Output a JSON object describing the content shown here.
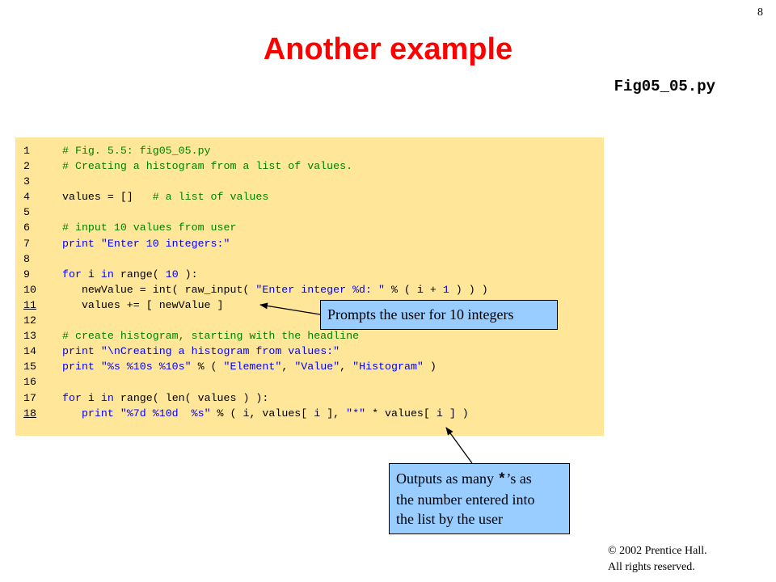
{
  "page_number": "8",
  "title": "Another example",
  "file_label": "Fig05_05.py",
  "code": {
    "lines": [
      {
        "num": "1",
        "underline": false,
        "tokens": [
          {
            "t": "cm",
            "v": "# Fig. 5.5: fig05_05.py"
          }
        ]
      },
      {
        "num": "2",
        "underline": false,
        "tokens": [
          {
            "t": "cm",
            "v": "# Creating a histogram from a list of values."
          }
        ]
      },
      {
        "num": "3",
        "underline": false,
        "tokens": []
      },
      {
        "num": "4",
        "underline": false,
        "tokens": [
          {
            "t": "tx",
            "v": "values = []   "
          },
          {
            "t": "cm",
            "v": "# a list of values"
          }
        ]
      },
      {
        "num": "5",
        "underline": false,
        "tokens": []
      },
      {
        "num": "6",
        "underline": false,
        "tokens": [
          {
            "t": "cm",
            "v": "# input 10 values from user"
          }
        ]
      },
      {
        "num": "7",
        "underline": false,
        "tokens": [
          {
            "t": "kw",
            "v": "print"
          },
          {
            "t": "tx",
            "v": " "
          },
          {
            "t": "st",
            "v": "\"Enter 10 integers:\""
          }
        ]
      },
      {
        "num": "8",
        "underline": false,
        "tokens": []
      },
      {
        "num": "9",
        "underline": false,
        "tokens": [
          {
            "t": "kw",
            "v": "for"
          },
          {
            "t": "tx",
            "v": " i "
          },
          {
            "t": "kw",
            "v": "in"
          },
          {
            "t": "tx",
            "v": " range( "
          },
          {
            "t": "nm",
            "v": "10"
          },
          {
            "t": "tx",
            "v": " ):"
          }
        ]
      },
      {
        "num": "10",
        "underline": false,
        "tokens": [
          {
            "t": "tx",
            "v": "   newValue = int( raw_input( "
          },
          {
            "t": "st",
            "v": "\"Enter integer %d: \""
          },
          {
            "t": "tx",
            "v": " % ( i + "
          },
          {
            "t": "nm",
            "v": "1"
          },
          {
            "t": "tx",
            "v": " ) ) )"
          }
        ]
      },
      {
        "num": "11",
        "underline": true,
        "tokens": [
          {
            "t": "tx",
            "v": "   values += [ newValue ]"
          }
        ]
      },
      {
        "num": "12",
        "underline": false,
        "tokens": []
      },
      {
        "num": "13",
        "underline": false,
        "tokens": [
          {
            "t": "cm",
            "v": "# create histogram, starting with the headline"
          }
        ]
      },
      {
        "num": "14",
        "underline": false,
        "tokens": [
          {
            "t": "kw",
            "v": "print"
          },
          {
            "t": "tx",
            "v": " "
          },
          {
            "t": "st",
            "v": "\"\\nCreating a histogram from values:\""
          }
        ]
      },
      {
        "num": "15",
        "underline": false,
        "tokens": [
          {
            "t": "kw",
            "v": "print"
          },
          {
            "t": "tx",
            "v": " "
          },
          {
            "t": "st",
            "v": "\"%s %10s %10s\""
          },
          {
            "t": "tx",
            "v": " % ( "
          },
          {
            "t": "st",
            "v": "\"Element\""
          },
          {
            "t": "tx",
            "v": ", "
          },
          {
            "t": "st",
            "v": "\"Value\""
          },
          {
            "t": "tx",
            "v": ", "
          },
          {
            "t": "st",
            "v": "\"Histogram\""
          },
          {
            "t": "tx",
            "v": " )"
          }
        ]
      },
      {
        "num": "16",
        "underline": false,
        "tokens": []
      },
      {
        "num": "17",
        "underline": false,
        "tokens": [
          {
            "t": "kw",
            "v": "for"
          },
          {
            "t": "tx",
            "v": " i "
          },
          {
            "t": "kw",
            "v": "in"
          },
          {
            "t": "tx",
            "v": " range( len( values ) ):"
          }
        ]
      },
      {
        "num": "18",
        "underline": true,
        "tokens": [
          {
            "t": "tx",
            "v": "   "
          },
          {
            "t": "kw",
            "v": "print"
          },
          {
            "t": "tx",
            "v": " "
          },
          {
            "t": "st",
            "v": "\"%7d %10d  %s\""
          },
          {
            "t": "tx",
            "v": " % ( i, values[ i ], "
          },
          {
            "t": "st",
            "v": "\"*\""
          },
          {
            "t": "tx",
            "v": " * values[ i ] )"
          }
        ]
      }
    ]
  },
  "callouts": {
    "prompt_note": "Prompts the user for 10 integers",
    "output_note": {
      "line1_prefix": "Outputs as many ",
      "line1_star": "*",
      "line1_suffix": "’s as",
      "line2": "the number entered into",
      "line3": "the list by the user"
    }
  },
  "copyright": {
    "line1": "© 2002 Prentice Hall.",
    "line2": "All rights reserved."
  },
  "colors": {
    "title": "#ff0000",
    "code_background": "#ffe699",
    "callout_background": "#99ccff",
    "comment": "#008000",
    "keyword": "#0000ff"
  }
}
